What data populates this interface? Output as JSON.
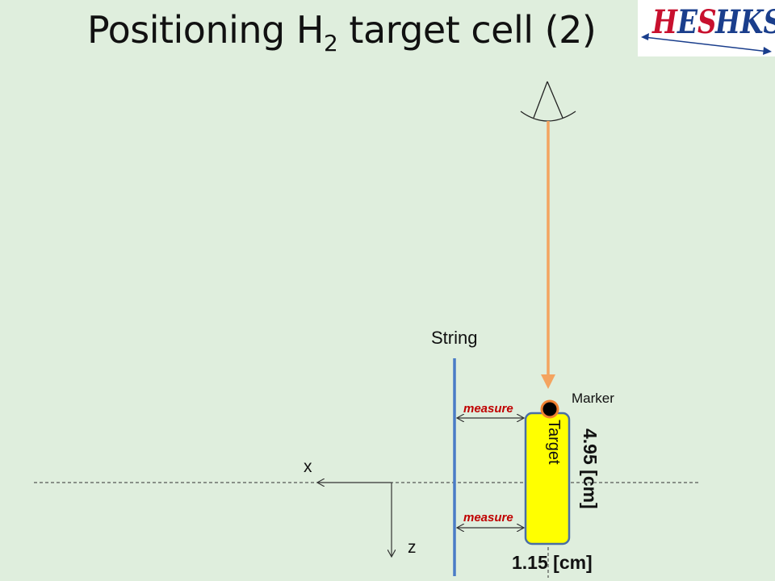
{
  "title": {
    "main": "Positioning H",
    "subscript": "2",
    "rest": " target cell (2)"
  },
  "logo": {
    "hes_h": "H",
    "hes_e": "E",
    "hes_s": "S",
    "hks": "HKS"
  },
  "labels": {
    "string": "String",
    "marker": "Marker",
    "target": "Target",
    "measure_top": "measure",
    "measure_bottom": "measure",
    "x_axis": "x",
    "z_axis": "z",
    "width": "1.15 [cm]",
    "height": "4.95 [cm]"
  },
  "colors": {
    "background": "#dfeedd",
    "beam": "#f4a460",
    "string": "#4a7cc7",
    "target_fill": "#ffff00",
    "target_border": "#4a6fa5",
    "marker_fill": "#000000",
    "marker_ring": "#f08030",
    "measure_text": "#c00000"
  }
}
